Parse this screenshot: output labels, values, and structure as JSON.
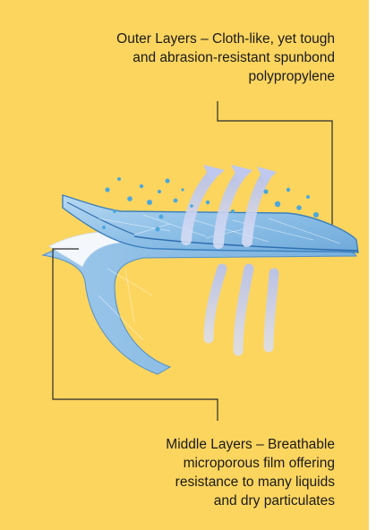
{
  "colors": {
    "background": "#FCD55F",
    "fabric": "#8FC0E6",
    "fabric_edge": "#3A7FBE",
    "arrow": "#C8D0EE",
    "droplet": "#4BA8DC",
    "leader_line": "#2a2a2a"
  },
  "callouts": {
    "outer": [
      "Outer Layers – Cloth-like, yet tough",
      "and abrasion-resistant spunbond",
      "polypropylene"
    ],
    "middle": [
      "Middle Layers – Breathable",
      "microporous film offering",
      "resistance to many liquids",
      "and dry particulates"
    ]
  },
  "icons": [
    "breathability-arrow-icon",
    "liquid-droplet-icon"
  ]
}
